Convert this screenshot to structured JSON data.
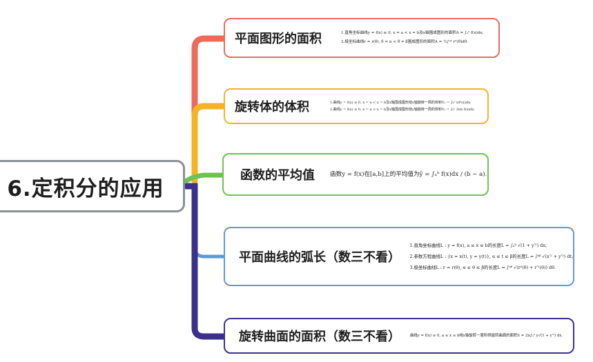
{
  "root": {
    "label": "6.定积分的应用"
  },
  "colors": {
    "red": "#ee6a5b",
    "orange": "#f5b324",
    "green": "#6cc351",
    "blue": "#5b9bd5",
    "purple": "#3d2f8c",
    "root_border": "#8a8f94"
  },
  "branches": [
    {
      "title": "平面图形的面积",
      "color": "red",
      "formulas": [
        "1.直角坐标曲线y = f(x) ≥ 0, x = a < x = b及x轴围成图形的面积A = ∫ₐᵇ f(x)dx;",
        "2.极坐标曲线r = r(θ), θ = α < θ = β围成图形的面积A = ½∫ᵅᵝ r²(θ)dθ."
      ]
    },
    {
      "title": "旋转体的体积",
      "color": "orange",
      "formulas": [
        "1.曲线y = f(x) ≥ 0, x = a < x = b及x轴围成图形绕x轴旋转一周的体积Vₓ = ∫ₐᵇ πf²(x)dx;",
        "2.曲线y = f(x) ≥ 0, x = a < x = b及x轴围成图形绕y轴旋转一周的体积Vᵧ = ∫ₐᵇ 2πx f(x)dx."
      ]
    },
    {
      "title": "函数的平均值",
      "color": "green",
      "formulas": [
        "函数y = f(x)在[a,b]上的平均值为ȳ = ∫ₐᵇ f(x)dx / (b − a)."
      ]
    },
    {
      "title": "平面曲线的弧长（数三不看）",
      "color": "blue",
      "formulas": [
        "1.直角坐标曲线L : y = f(x), a ≤ x ≤ b的长度L = ∫ₐᵇ √(1 + y′²) dx;",
        "2.参数方程曲线L : {x = x(t), y = y(t)}, α ≤ t ≤ β的长度L = ∫ᵅᵝ √(x′² + y′²) dt;",
        "3.极坐标曲线L : r = r(θ), α ≤ θ ≤ β的长度L = ∫ᵅᵝ √(r²(θ) + r′²(θ)) dθ."
      ]
    },
    {
      "title": "旋转曲面的面积（数三不看）",
      "color": "purple",
      "formulas": [
        "曲线y = f(x) ≥ 0, a ≤ x ≤ b绕x轴旋转一周所得旋转曲面的面积S = 2π∫ₐᵇ y√(1 + y′²) dx."
      ]
    }
  ]
}
